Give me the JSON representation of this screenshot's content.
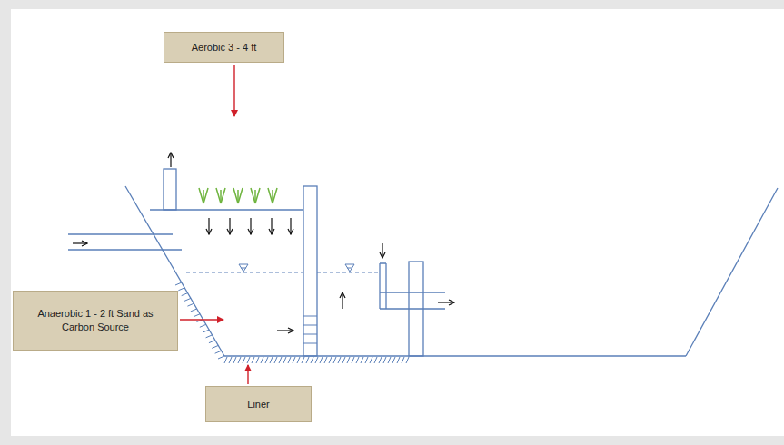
{
  "diagram": {
    "nodes": [
      {
        "text": [
          "Aerobic 3 - 4 ft"
        ]
      },
      {
        "text": [
          "Anaerobic 1 - 2 ft Sand as Carbon Source"
        ]
      },
      {
        "text": [
          "Liner"
        ]
      }
    ]
  }
}
